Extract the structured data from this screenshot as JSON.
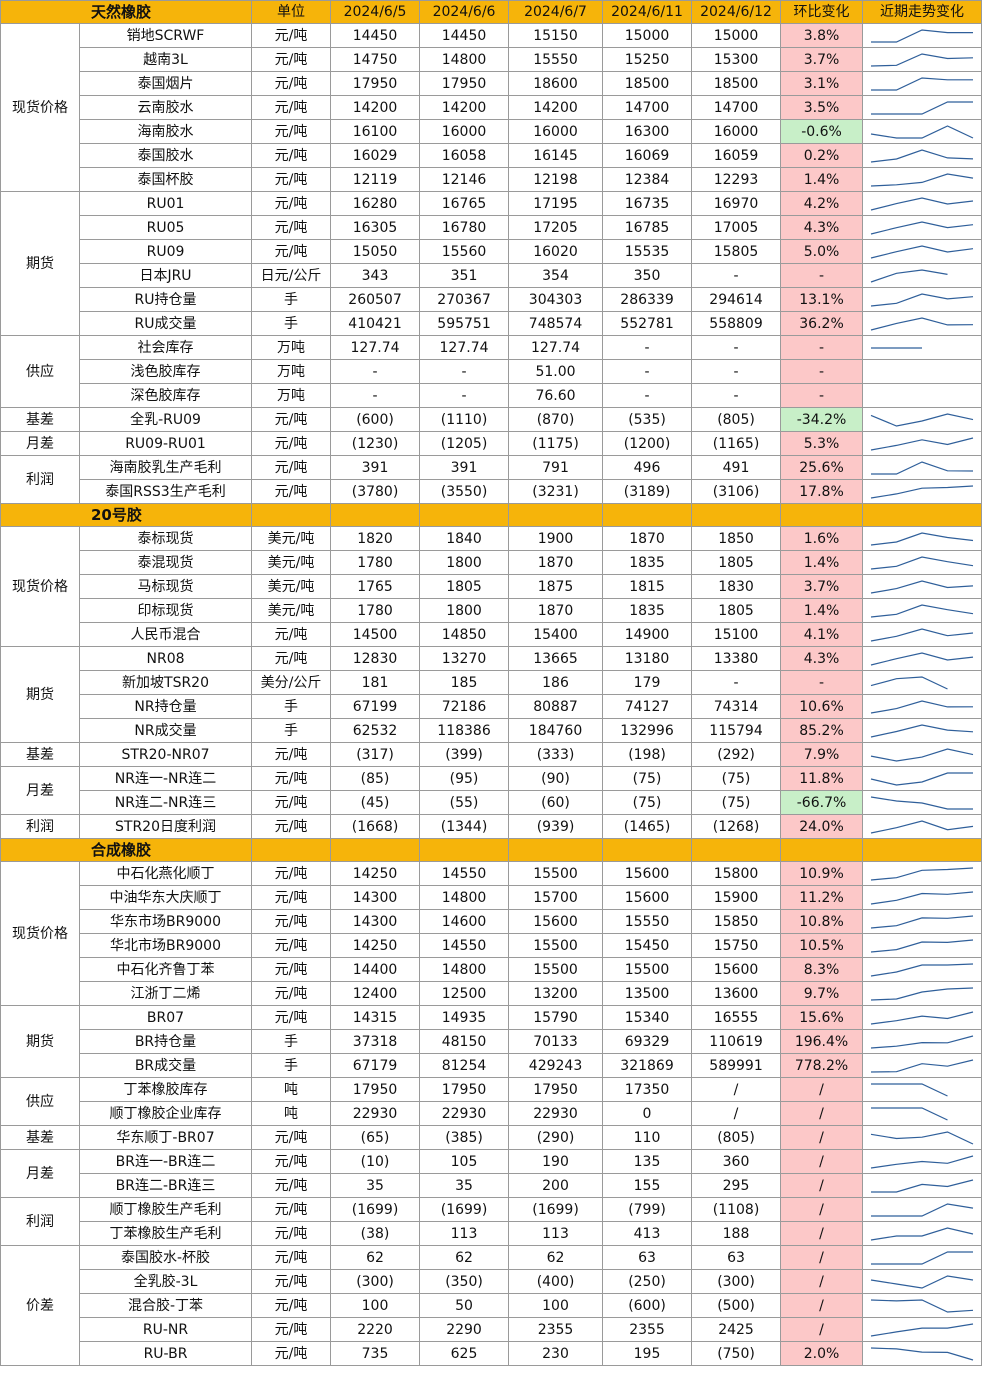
{
  "columns": [
    "单位",
    "2024/6/5",
    "2024/6/6",
    "2024/6/7",
    "2024/6/11",
    "2024/6/12",
    "环比变化",
    "近期走势变化"
  ],
  "colors": {
    "header_bg": "#f6b40a",
    "up_bg": "#fcc8c8",
    "down_bg": "#c8efc8",
    "negative_text": "#e0302f",
    "sparkline": "#2f5f9a"
  },
  "sections": [
    {
      "title": "天然橡胶",
      "groups": [
        {
          "name": "现货价格",
          "rows": [
            {
              "name": "销地SCRWF",
              "unit": "元/吨",
              "values": [
                "14450",
                "14450",
                "15150",
                "15000",
                "15000"
              ],
              "change": "3.8%",
              "trend": "up"
            },
            {
              "name": "越南3L",
              "unit": "元/吨",
              "values": [
                "14750",
                "14800",
                "15550",
                "15250",
                "15300"
              ],
              "change": "3.7%",
              "trend": "up"
            },
            {
              "name": "泰国烟片",
              "unit": "元/吨",
              "values": [
                "17950",
                "17950",
                "18600",
                "18500",
                "18500"
              ],
              "change": "3.1%",
              "trend": "up"
            },
            {
              "name": "云南胶水",
              "unit": "元/吨",
              "values": [
                "14200",
                "14200",
                "14200",
                "14700",
                "14700"
              ],
              "change": "3.5%",
              "trend": "up"
            },
            {
              "name": "海南胶水",
              "unit": "元/吨",
              "values": [
                "16100",
                "16000",
                "16000",
                "16300",
                "16000"
              ],
              "change": "-0.6%",
              "trend": "down"
            },
            {
              "name": "泰国胶水",
              "unit": "元/吨",
              "values": [
                "16029",
                "16058",
                "16145",
                "16069",
                "16059"
              ],
              "change": "0.2%",
              "trend": "up"
            },
            {
              "name": "泰国杯胶",
              "unit": "元/吨",
              "values": [
                "12119",
                "12146",
                "12198",
                "12384",
                "12293"
              ],
              "change": "1.4%",
              "trend": "up"
            }
          ]
        },
        {
          "name": "期货",
          "rows": [
            {
              "name": "RU01",
              "unit": "元/吨",
              "values": [
                "16280",
                "16765",
                "17195",
                "16735",
                "16970"
              ],
              "change": "4.2%",
              "trend": "up"
            },
            {
              "name": "RU05",
              "unit": "元/吨",
              "values": [
                "16305",
                "16780",
                "17205",
                "16785",
                "17005"
              ],
              "change": "4.3%",
              "trend": "up"
            },
            {
              "name": "RU09",
              "unit": "元/吨",
              "values": [
                "15050",
                "15560",
                "16020",
                "15535",
                "15805"
              ],
              "change": "5.0%",
              "trend": "up"
            },
            {
              "name": "日本JRU",
              "unit": "日元/公斤",
              "values": [
                "343",
                "351",
                "354",
                "350",
                "-"
              ],
              "change": "-",
              "trend": "up"
            },
            {
              "name": "RU持仓量",
              "unit": "手",
              "values": [
                "260507",
                "270367",
                "304303",
                "286339",
                "294614"
              ],
              "change": "13.1%",
              "trend": "up"
            },
            {
              "name": "RU成交量",
              "unit": "手",
              "values": [
                "410421",
                "595751",
                "748574",
                "552781",
                "558809"
              ],
              "change": "36.2%",
              "trend": "up"
            }
          ]
        },
        {
          "name": "供应",
          "rows": [
            {
              "name": "社会库存",
              "unit": "万吨",
              "values": [
                "127.74",
                "127.74",
                "127.74",
                "-",
                "-"
              ],
              "change": "-",
              "trend": "up"
            },
            {
              "name": "浅色胶库存",
              "unit": "万吨",
              "values": [
                "-",
                "-",
                "51.00",
                "-",
                "-"
              ],
              "change": "-",
              "trend": "up"
            },
            {
              "name": "深色胶库存",
              "unit": "万吨",
              "values": [
                "-",
                "-",
                "76.60",
                "-",
                "-"
              ],
              "change": "-",
              "trend": "up"
            }
          ]
        },
        {
          "name": "基差",
          "rows": [
            {
              "name": "全乳-RU09",
              "unit": "元/吨",
              "values": [
                "(600)",
                "(1110)",
                "(870)",
                "(535)",
                "(805)"
              ],
              "change": "-34.2%",
              "trend": "down"
            }
          ]
        },
        {
          "name": "月差",
          "rows": [
            {
              "name": "RU09-RU01",
              "unit": "元/吨",
              "values": [
                "(1230)",
                "(1205)",
                "(1175)",
                "(1200)",
                "(1165)"
              ],
              "change": "5.3%",
              "trend": "up"
            }
          ]
        },
        {
          "name": "利润",
          "rows": [
            {
              "name": "海南胶乳生产毛利",
              "unit": "元/吨",
              "values": [
                "391",
                "391",
                "791",
                "496",
                "491"
              ],
              "change": "25.6%",
              "trend": "up"
            },
            {
              "name": "泰国RSS3生产毛利",
              "unit": "元/吨",
              "values": [
                "(3780)",
                "(3550)",
                "(3231)",
                "(3189)",
                "(3106)"
              ],
              "change": "17.8%",
              "trend": "up"
            }
          ]
        }
      ]
    },
    {
      "title": "20号胶",
      "groups": [
        {
          "name": "现货价格",
          "rows": [
            {
              "name": "泰标现货",
              "unit": "美元/吨",
              "values": [
                "1820",
                "1840",
                "1900",
                "1870",
                "1850"
              ],
              "change": "1.6%",
              "trend": "up"
            },
            {
              "name": "泰混现货",
              "unit": "美元/吨",
              "values": [
                "1780",
                "1800",
                "1870",
                "1835",
                "1805"
              ],
              "change": "1.4%",
              "trend": "up"
            },
            {
              "name": "马标现货",
              "unit": "美元/吨",
              "values": [
                "1765",
                "1805",
                "1875",
                "1815",
                "1830"
              ],
              "change": "3.7%",
              "trend": "up"
            },
            {
              "name": "印标现货",
              "unit": "美元/吨",
              "values": [
                "1780",
                "1800",
                "1870",
                "1835",
                "1805"
              ],
              "change": "1.4%",
              "trend": "up"
            },
            {
              "name": "人民币混合",
              "unit": "元/吨",
              "values": [
                "14500",
                "14850",
                "15400",
                "14900",
                "15100"
              ],
              "change": "4.1%",
              "trend": "up"
            }
          ]
        },
        {
          "name": "期货",
          "rows": [
            {
              "name": "NR08",
              "unit": "元/吨",
              "values": [
                "12830",
                "13270",
                "13665",
                "13180",
                "13380"
              ],
              "change": "4.3%",
              "trend": "up"
            },
            {
              "name": "新加坡TSR20",
              "unit": "美分/公斤",
              "values": [
                "181",
                "185",
                "186",
                "179",
                "-"
              ],
              "change": "-",
              "trend": "up"
            },
            {
              "name": "NR持仓量",
              "unit": "手",
              "values": [
                "67199",
                "72186",
                "80887",
                "74127",
                "74314"
              ],
              "change": "10.6%",
              "trend": "up"
            },
            {
              "name": "NR成交量",
              "unit": "手",
              "values": [
                "62532",
                "118386",
                "184760",
                "132996",
                "115794"
              ],
              "change": "85.2%",
              "trend": "up"
            }
          ]
        },
        {
          "name": "基差",
          "rows": [
            {
              "name": "STR20-NR07",
              "unit": "元/吨",
              "values": [
                "(317)",
                "(399)",
                "(333)",
                "(198)",
                "(292)"
              ],
              "change": "7.9%",
              "trend": "up"
            }
          ]
        },
        {
          "name": "月差",
          "rows": [
            {
              "name": "NR连一-NR连二",
              "unit": "元/吨",
              "values": [
                "(85)",
                "(95)",
                "(90)",
                "(75)",
                "(75)"
              ],
              "change": "11.8%",
              "trend": "up"
            },
            {
              "name": "NR连二-NR连三",
              "unit": "元/吨",
              "values": [
                "(45)",
                "(55)",
                "(60)",
                "(75)",
                "(75)"
              ],
              "change": "-66.7%",
              "trend": "down"
            }
          ]
        },
        {
          "name": "利润",
          "rows": [
            {
              "name": "STR20日度利润",
              "unit": "元/吨",
              "values": [
                "(1668)",
                "(1344)",
                "(939)",
                "(1465)",
                "(1268)"
              ],
              "change": "24.0%",
              "trend": "up"
            }
          ]
        }
      ]
    },
    {
      "title": "合成橡胶",
      "groups": [
        {
          "name": "现货价格",
          "rows": [
            {
              "name": "中石化燕化顺丁",
              "unit": "元/吨",
              "values": [
                "14250",
                "14550",
                "15500",
                "15600",
                "15800"
              ],
              "change": "10.9%",
              "trend": "up"
            },
            {
              "name": "中油华东大庆顺丁",
              "unit": "元/吨",
              "values": [
                "14300",
                "14800",
                "15700",
                "15600",
                "15900"
              ],
              "change": "11.2%",
              "trend": "up"
            },
            {
              "name": "华东市场BR9000",
              "unit": "元/吨",
              "values": [
                "14300",
                "14600",
                "15600",
                "15550",
                "15850"
              ],
              "change": "10.8%",
              "trend": "up"
            },
            {
              "name": "华北市场BR9000",
              "unit": "元/吨",
              "values": [
                "14250",
                "14550",
                "15500",
                "15450",
                "15750"
              ],
              "change": "10.5%",
              "trend": "up"
            },
            {
              "name": "中石化齐鲁丁苯",
              "unit": "元/吨",
              "values": [
                "14400",
                "14800",
                "15500",
                "15500",
                "15600"
              ],
              "change": "8.3%",
              "trend": "up"
            },
            {
              "name": "江浙丁二烯",
              "unit": "元/吨",
              "values": [
                "12400",
                "12500",
                "13200",
                "13500",
                "13600"
              ],
              "change": "9.7%",
              "trend": "up"
            }
          ]
        },
        {
          "name": "期货",
          "rows": [
            {
              "name": "BR07",
              "unit": "元/吨",
              "values": [
                "14315",
                "14935",
                "15790",
                "15340",
                "16555"
              ],
              "change": "15.6%",
              "trend": "up"
            },
            {
              "name": "BR持仓量",
              "unit": "手",
              "values": [
                "37318",
                "48150",
                "70133",
                "69329",
                "110619"
              ],
              "change": "196.4%",
              "trend": "up"
            },
            {
              "name": "BR成交量",
              "unit": "手",
              "values": [
                "67179",
                "81254",
                "429243",
                "321869",
                "589991"
              ],
              "change": "778.2%",
              "trend": "up"
            }
          ]
        },
        {
          "name": "供应",
          "rows": [
            {
              "name": "丁苯橡胶库存",
              "unit": "吨",
              "values": [
                "17950",
                "17950",
                "17950",
                "17350",
                "/"
              ],
              "change": "/",
              "trend": "up"
            },
            {
              "name": "顺丁橡胶企业库存",
              "unit": "吨",
              "values": [
                "22930",
                "22930",
                "22930",
                "0",
                "/"
              ],
              "change": "/",
              "trend": "up"
            }
          ]
        },
        {
          "name": "基差",
          "rows": [
            {
              "name": "华东顺丁-BR07",
              "unit": "元/吨",
              "values": [
                "(65)",
                "(385)",
                "(290)",
                "110",
                "(805)"
              ],
              "change": "/",
              "trend": "up"
            }
          ]
        },
        {
          "name": "月差",
          "rows": [
            {
              "name": "BR连一-BR连二",
              "unit": "元/吨",
              "values": [
                "(10)",
                "105",
                "190",
                "135",
                "360"
              ],
              "change": "/",
              "trend": "up"
            },
            {
              "name": "BR连二-BR连三",
              "unit": "元/吨",
              "values": [
                "35",
                "35",
                "200",
                "155",
                "295"
              ],
              "change": "/",
              "trend": "up"
            }
          ]
        },
        {
          "name": "利润",
          "rows": [
            {
              "name": "顺丁橡胶生产毛利",
              "unit": "元/吨",
              "values": [
                "(1699)",
                "(1699)",
                "(1699)",
                "(799)",
                "(1108)"
              ],
              "change": "/",
              "trend": "up"
            },
            {
              "name": "丁苯橡胶生产毛利",
              "unit": "元/吨",
              "values": [
                "(38)",
                "113",
                "113",
                "413",
                "188"
              ],
              "change": "/",
              "trend": "up"
            }
          ]
        },
        {
          "name": "价差",
          "rows": [
            {
              "name": "泰国胶水-杯胶",
              "unit": "元/吨",
              "values": [
                "62",
                "62",
                "62",
                "63",
                "63"
              ],
              "change": "/",
              "trend": "up"
            },
            {
              "name": "全乳胶-3L",
              "unit": "元/吨",
              "values": [
                "(300)",
                "(350)",
                "(400)",
                "(250)",
                "(300)"
              ],
              "change": "/",
              "trend": "up"
            },
            {
              "name": "混合胶-丁苯",
              "unit": "元/吨",
              "values": [
                "100",
                "50",
                "100",
                "(600)",
                "(500)"
              ],
              "change": "/",
              "trend": "up"
            },
            {
              "name": "RU-NR",
              "unit": "元/吨",
              "values": [
                "2220",
                "2290",
                "2355",
                "2355",
                "2425"
              ],
              "change": "/",
              "trend": "up"
            },
            {
              "name": "RU-BR",
              "unit": "元/吨",
              "values": [
                "735",
                "625",
                "230",
                "195",
                "(750)"
              ],
              "change": "2.0%",
              "trend": "up"
            }
          ]
        }
      ]
    }
  ]
}
